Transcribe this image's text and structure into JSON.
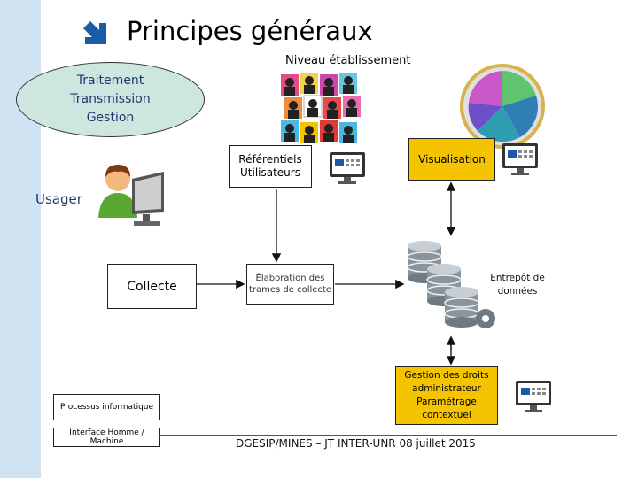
{
  "slide": {
    "title": "Principes généraux",
    "subtitle": "Niveau établissement",
    "footer": "DGESIP/MINES – JT INTER-UNR 08 juillet 2015"
  },
  "ellipse": {
    "line1": "Traitement",
    "line2": "Transmission",
    "line3": "Gestion"
  },
  "labels": {
    "usager": "Usager",
    "entrepot_line1": "Entrepôt de",
    "entrepot_line2": "données"
  },
  "boxes": {
    "referentiels_line1": "Référentiels",
    "referentiels_line2": "Utilisateurs",
    "visualisation": "Visualisation",
    "collecte": "Collecte",
    "elaboration_line1": "Élaboration des",
    "elaboration_line2": "trames de collecte",
    "droits_line1": "Gestion des droits",
    "droits_line2": "administrateur",
    "droits_line3": "Paramétrage contextuel",
    "processus": "Processus informatique",
    "interface": "Interface Homme / Machine"
  },
  "colors": {
    "accent_blue": "#1b5aa6",
    "highlight_yellow": "#f5c400",
    "ellipse_fill": "#cde6e0",
    "left_band": "#cfe3f2"
  }
}
